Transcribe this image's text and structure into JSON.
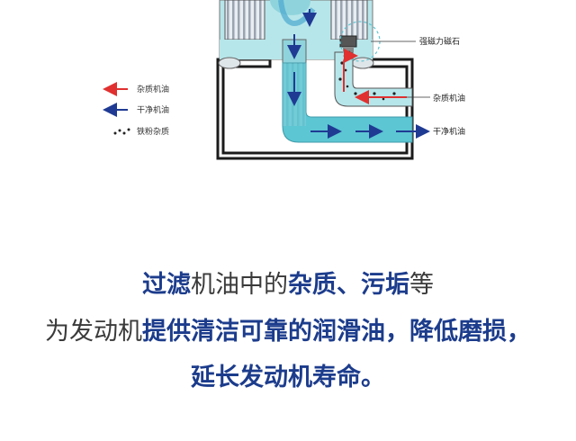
{
  "colors": {
    "dirty": "#e03030",
    "clean": "#1f3a93",
    "highlight": "#1c3c8c",
    "body_text": "#3a3a3a",
    "oil_fill": "#b7e6ea",
    "pipe_fill": "#5cc6d3"
  },
  "legend": [
    {
      "icon": "red-arrow",
      "label": "杂质机油"
    },
    {
      "icon": "blue-arrow",
      "label": "干净机油"
    },
    {
      "icon": "particles",
      "label": "铁粉杂质"
    }
  ],
  "callouts": {
    "magnet": "强磁力磁石",
    "dirty_oil": "杂质机油",
    "clean_oil": "干净机油"
  },
  "caption": {
    "line1": [
      {
        "text": "过滤",
        "hl": true
      },
      {
        "text": "机油中的",
        "hl": false
      },
      {
        "text": "杂质、污垢",
        "hl": true
      },
      {
        "text": "等",
        "hl": false
      }
    ],
    "line2": [
      {
        "text": "为发动机",
        "hl": false
      },
      {
        "text": "提供清洁可靠的润滑油，降低磨损，",
        "hl": true
      }
    ],
    "line3": [
      {
        "text": "延长发动机寿命。",
        "hl": true
      }
    ]
  }
}
